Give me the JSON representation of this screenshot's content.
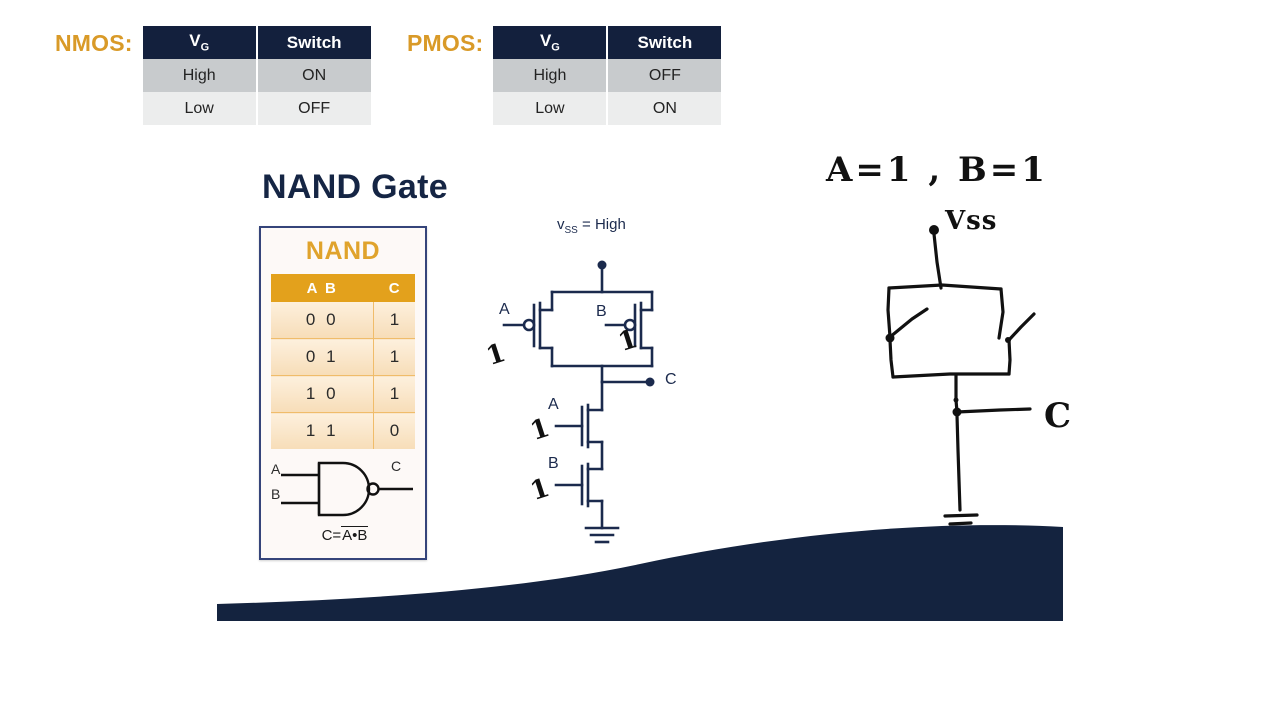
{
  "slide": {
    "background": "#ffffff",
    "accent_orange": "#d99a28",
    "accent_navy": "#13203d",
    "wave_color": "#14233f"
  },
  "nmos": {
    "title": "NMOS:",
    "headers": [
      "V",
      "G",
      "Switch"
    ],
    "header_vg": "V",
    "header_vg_sub": "G",
    "header_switch": "Switch",
    "rows": [
      {
        "vg": "High",
        "switch": "ON"
      },
      {
        "vg": "Low",
        "switch": "OFF"
      }
    ]
  },
  "pmos": {
    "title": "PMOS:",
    "header_vg": "V",
    "header_vg_sub": "G",
    "header_switch": "Switch",
    "rows": [
      {
        "vg": "High",
        "switch": "OFF"
      },
      {
        "vg": "Low",
        "switch": "ON"
      }
    ]
  },
  "main": {
    "title": "NAND Gate"
  },
  "nand_panel": {
    "title": "NAND",
    "table": {
      "headers": [
        "A B",
        "C"
      ],
      "rows": [
        {
          "ab": "0 0",
          "c": "1"
        },
        {
          "ab": "0 1",
          "c": "1"
        },
        {
          "ab": "1 0",
          "c": "1"
        },
        {
          "ab": "1 1",
          "c": "0"
        }
      ]
    },
    "gate": {
      "input_a": "A",
      "input_b": "B",
      "output_c": "C",
      "equation_prefix": "C=",
      "equation_overline": "A•B"
    }
  },
  "circuit": {
    "supply_label_v": "v",
    "supply_label_sub": "SS",
    "supply_label_rest": " = High",
    "pmos_a_label": "A",
    "pmos_b_label": "B",
    "nmos_a_label": "A",
    "nmos_b_label": "B",
    "output_label": "C"
  },
  "annotations": {
    "inputs_text": "A=1 ,  B=1",
    "vss_text": "Vss",
    "output_text": "C",
    "pmos_a_mark": "1",
    "pmos_b_mark": "1",
    "nmos_a_mark": "1",
    "nmos_b_mark": "1"
  }
}
